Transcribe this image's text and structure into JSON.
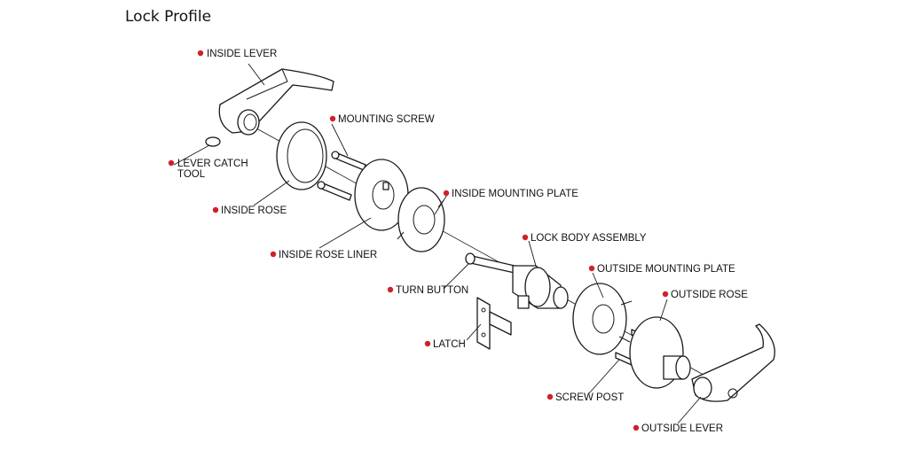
{
  "title": "Lock Profile",
  "labels": {
    "inside_lever": "INSIDE LEVER",
    "mounting_screw": "MOUNTING SCREW",
    "lever_catch_tool_1": "LEVER CATCH",
    "lever_catch_tool_2": "TOOL",
    "inside_rose": "INSIDE ROSE",
    "inside_mounting_plate": "INSIDE MOUNTING PLATE",
    "lock_body_assembly": "LOCK BODY ASSEMBLY",
    "inside_rose_liner": "INSIDE ROSE LINER",
    "outside_mounting_plate": "OUTSIDE MOUNTING PLATE",
    "turn_button": "TURN BUTTON",
    "outside_rose": "OUTSIDE ROSE",
    "latch": "LATCH",
    "screw_post": "SCREW POST",
    "outside_lever": "OUTSIDE LEVER"
  },
  "colors": {
    "bullet": "#d0202a",
    "line": "#1a1a1a"
  }
}
